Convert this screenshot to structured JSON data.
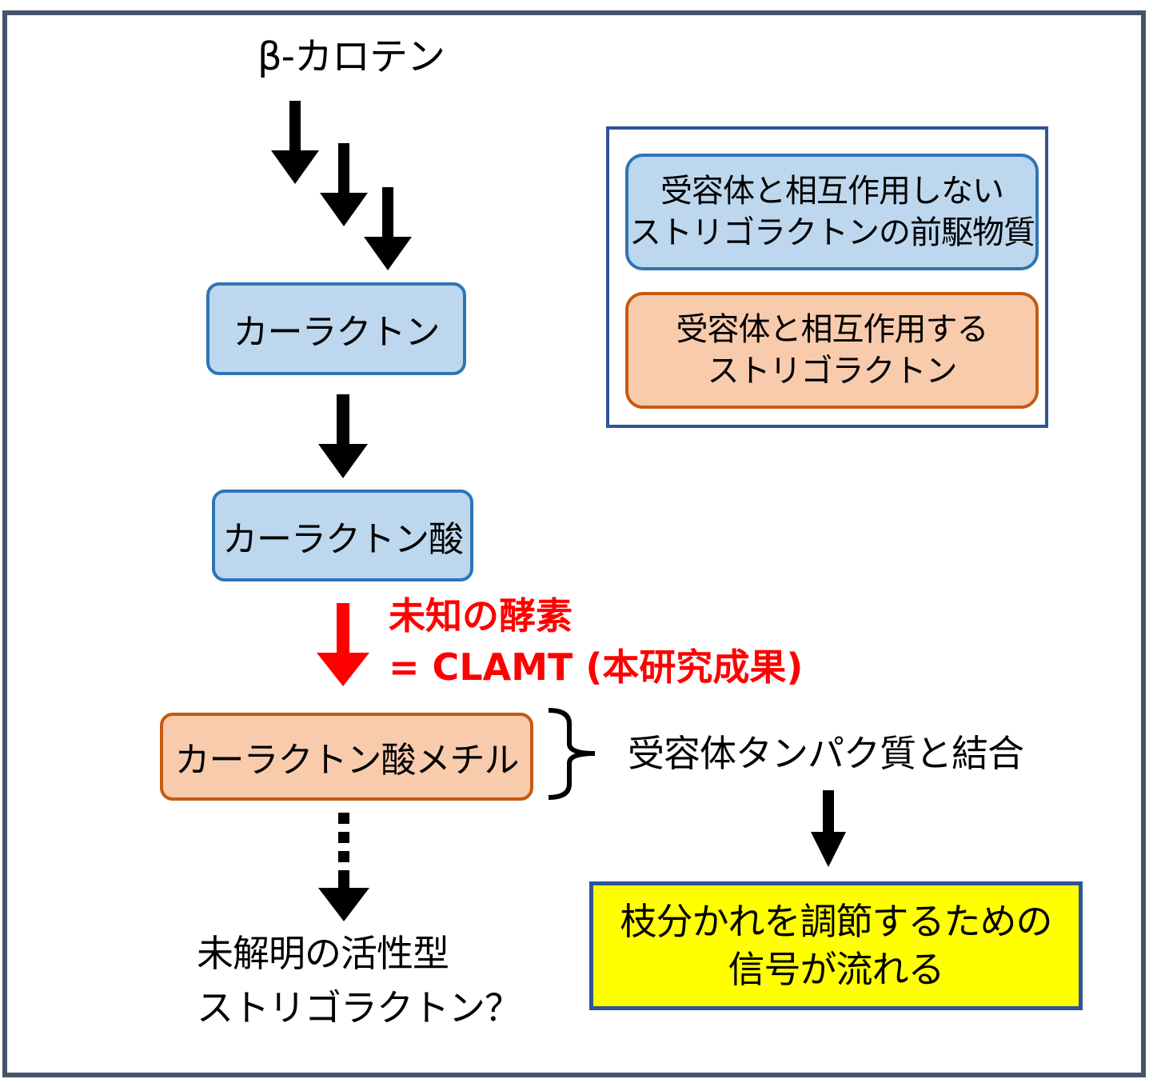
{
  "diagram": {
    "title_node": "β-カロテン",
    "pathway": [
      {
        "id": "carlactone",
        "label": "カーラクトン",
        "category": "precursor"
      },
      {
        "id": "carlactonoic-acid",
        "label": "カーラクトン酸",
        "category": "precursor"
      },
      {
        "id": "methyl-carlactonoate",
        "label": "カーラクトン酸メチル",
        "category": "active"
      }
    ],
    "enzyme": {
      "line1": "未知の酵素",
      "line2": "= CLAMT (本研究成果)",
      "color": "#ff0000"
    },
    "receptor_binding": "受容体タンパク質と結合",
    "signal_box": {
      "line1": "枝分かれを調節するための",
      "line2": "信号が流れる"
    },
    "unknown_product": {
      "line1": "未解明の活性型",
      "line2": "ストリゴラクトン？"
    }
  },
  "legend": {
    "items": [
      {
        "category": "precursor",
        "line1": "受容体と相互作用しない",
        "line2": "ストリゴラクトンの前駆物質",
        "fill": "#bdd7ee",
        "border": "#2e75b6"
      },
      {
        "category": "active",
        "line1": "受容体と相互作用する",
        "line2": "ストリゴラクトン",
        "fill": "#f8cbad",
        "border": "#c55a11"
      }
    ]
  }
}
